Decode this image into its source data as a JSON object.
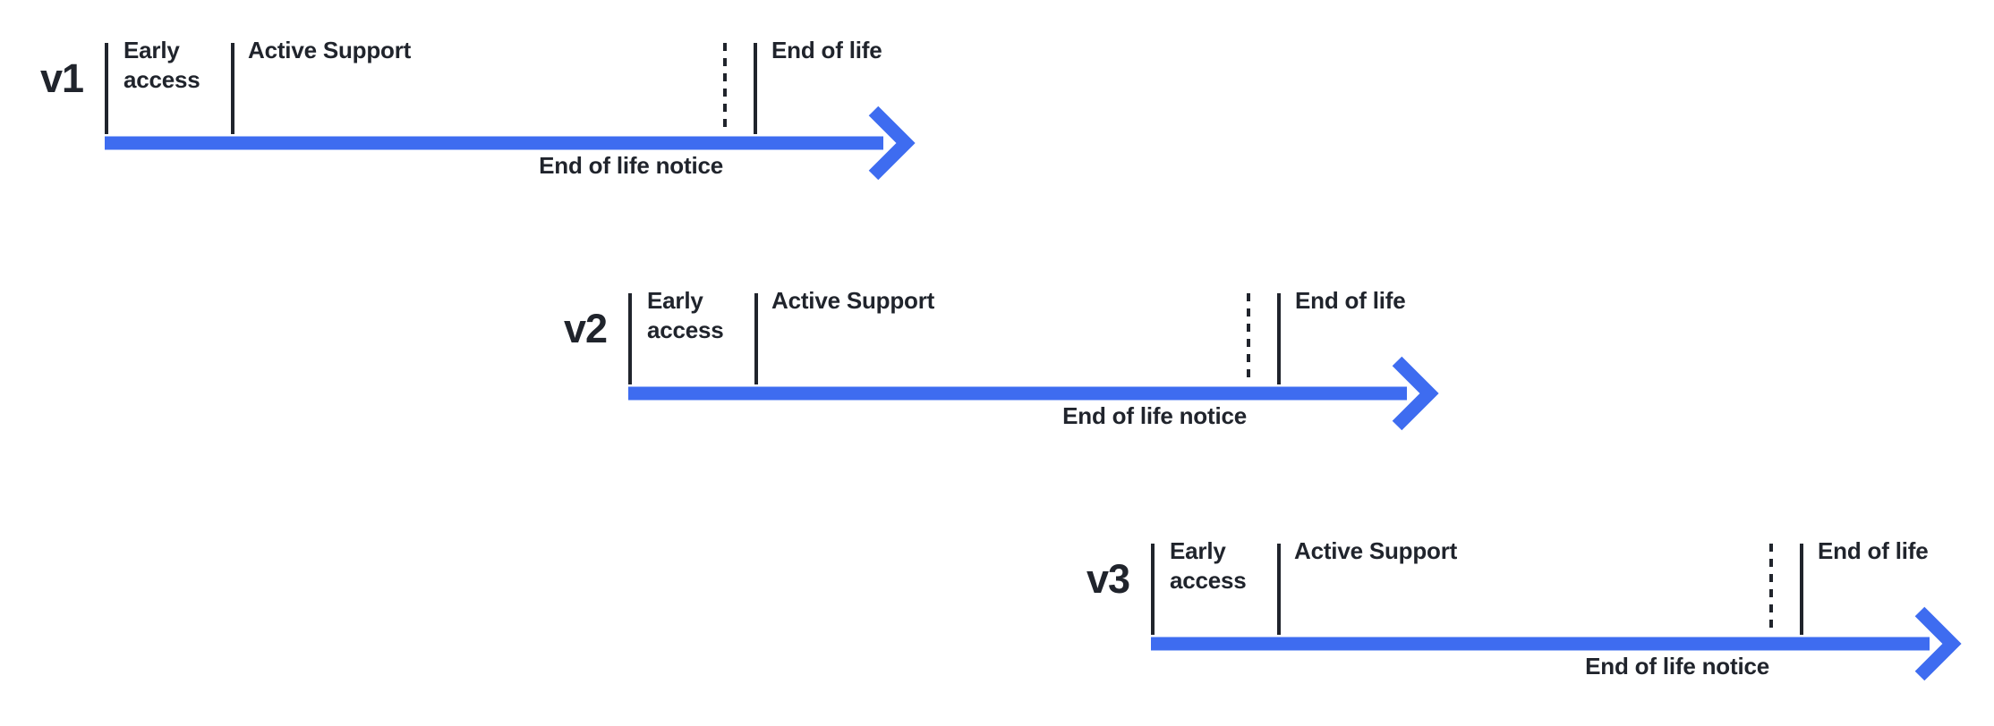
{
  "colors": {
    "accent": "#3E6CF0",
    "ink": "#20242C",
    "background": "#FFFFFF"
  },
  "labels": {
    "early_access": "Early\naccess",
    "active_support": "Active Support",
    "end_of_life": "End of life",
    "end_of_life_notice": "End of life notice"
  },
  "icons": {
    "timeline_arrow": "arrow-right-icon"
  },
  "timelines": [
    {
      "version": "v1"
    },
    {
      "version": "v2"
    },
    {
      "version": "v3"
    }
  ]
}
